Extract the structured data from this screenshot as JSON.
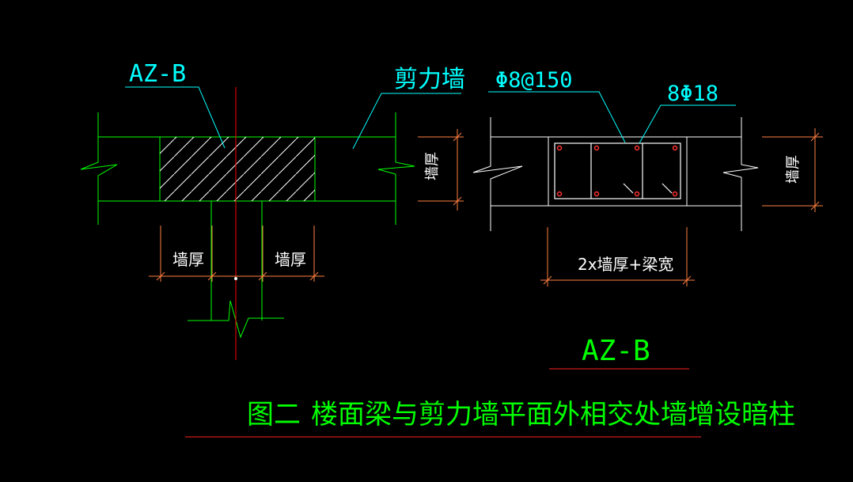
{
  "colors": {
    "background": "#000000",
    "outline": "#00ff00",
    "leader": "#00ffff",
    "axis": "#ff0000",
    "dimension": "#ff7f3f",
    "rebar_section": "#ffffff",
    "rebar_dot": "#ff3333",
    "title_text": "#00ff00",
    "title_underline": "#ff2222",
    "label_text": "#00ffff",
    "dim_text": "#ffffff"
  },
  "left_detail": {
    "label_az": "AZ-B",
    "label_wall": "剪力墙",
    "dim_left": "墙厚",
    "dim_right": "墙厚",
    "dim_vertical": "墙厚"
  },
  "right_detail": {
    "label_stirrup": "Φ8@150",
    "label_bars": "8Φ18",
    "dim_vertical": "墙厚",
    "dim_bottom": "2x墙厚+梁宽",
    "section_title": "AZ-B"
  },
  "caption": {
    "figure_no": "图二",
    "title": "楼面梁与剪力墙平面外相交处墙增设暗柱"
  }
}
